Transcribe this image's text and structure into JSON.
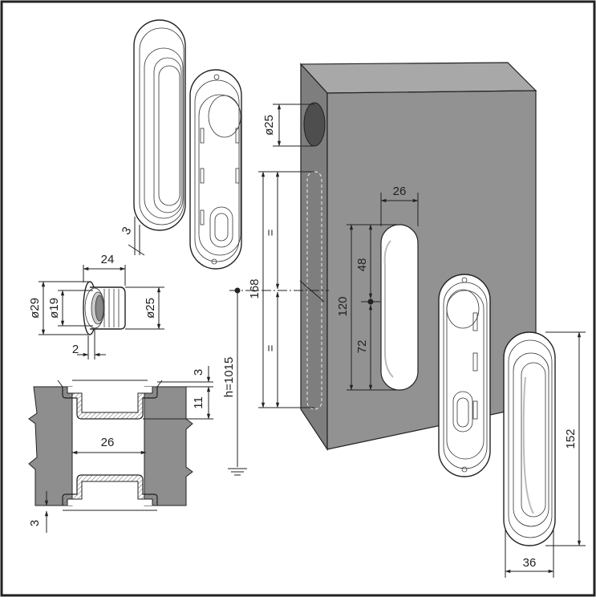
{
  "diagram": {
    "colors": {
      "block": "#909090",
      "block_top": "#a8a8a8",
      "block_side": "#7a7a7a",
      "hole": "#555555",
      "line": "#222222",
      "hatch": "#777777"
    },
    "dimensions": {
      "d25_hole": "ø25",
      "slot_width": "26",
      "total_168": "168",
      "equal_top": "=",
      "equal_bottom": "=",
      "d120": "120",
      "d48": "48",
      "d72": "72",
      "height": "h=1015",
      "cap_width": "24",
      "cap_d29": "ø29",
      "cap_d19": "ø19",
      "cap_d25": "ø25",
      "flange_2": "2",
      "edge_3": "3",
      "sec_3_top": "3",
      "sec_11": "11",
      "sec_26": "26",
      "sec_3_bottom": "3",
      "handle_152": "152",
      "handle_36": "36"
    }
  }
}
